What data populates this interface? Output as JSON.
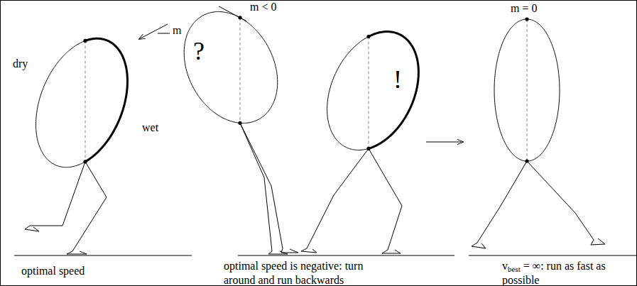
{
  "diagram": {
    "nodes": [
      {
        "text": [
          "?"
        ]
      },
      {
        "text": [
          "!"
        ]
      }
    ],
    "labels": [
      "dry",
      "wet",
      "m",
      "m < 0",
      "optimal speed",
      "optimal speed is negative: turn around and run backwards",
      "m = 0",
      "v",
      "best",
      "= ∞: run as fast as possible"
    ]
  }
}
